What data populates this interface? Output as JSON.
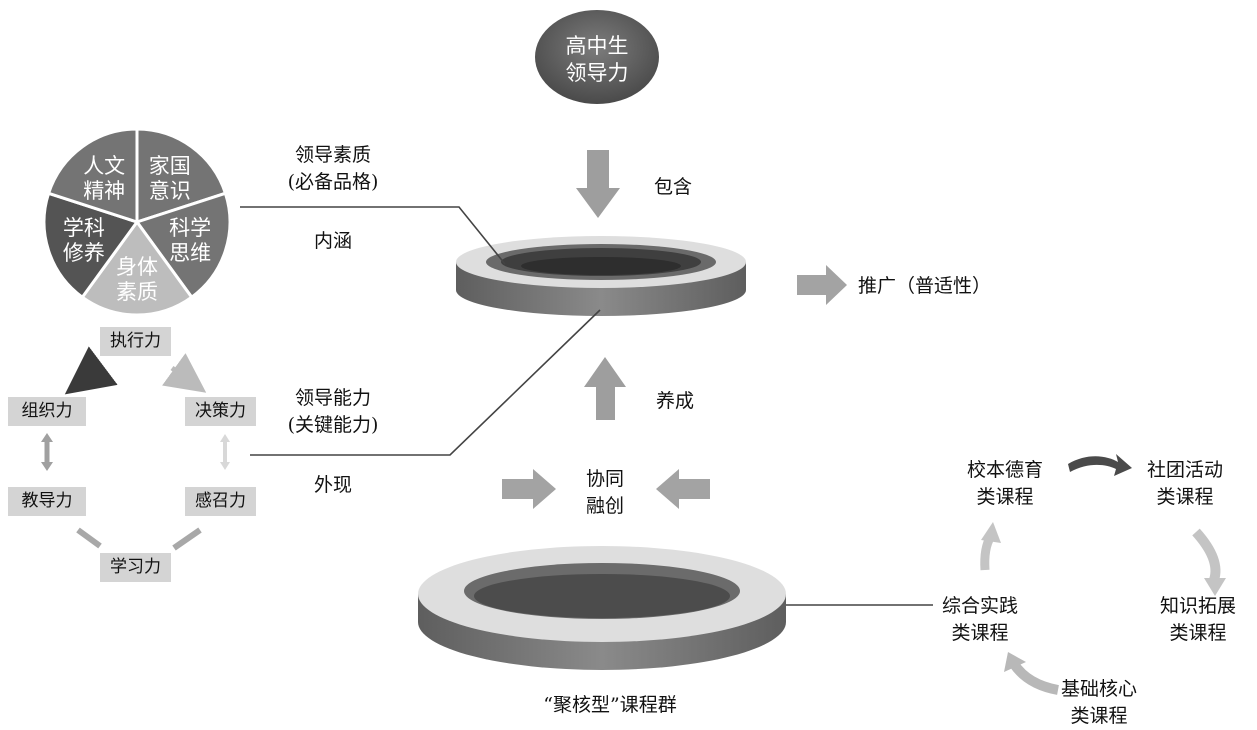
{
  "header": {
    "line1": "高中生",
    "line2": "领导力"
  },
  "connectors": {
    "include": "包含",
    "promote": "推广（普适性）",
    "cultivate": "养成",
    "synergy_line1": "协同",
    "synergy_line2": "融创"
  },
  "quality": {
    "title_line1": "领导素质",
    "title_line2": "(必备品格)",
    "sub": "内涵",
    "segments": [
      {
        "line1": "家国",
        "line2": "意识"
      },
      {
        "line1": "科学",
        "line2": "思维"
      },
      {
        "line1": "身体",
        "line2": "素质"
      },
      {
        "line1": "学科",
        "line2": "修养"
      },
      {
        "line1": "人文",
        "line2": "精神"
      }
    ]
  },
  "ability": {
    "title_line1": "领导能力",
    "title_line2": "(关键能力)",
    "sub": "外现",
    "items": [
      "执行力",
      "决策力",
      "感召力",
      "学习力",
      "教导力",
      "组织力"
    ]
  },
  "courses": {
    "group_label": "“聚核型”课程群",
    "items": [
      {
        "line1": "校本德育",
        "line2": "类课程"
      },
      {
        "line1": "社团活动",
        "line2": "类课程"
      },
      {
        "line1": "知识拓展",
        "line2": "类课程"
      },
      {
        "line1": "基础核心",
        "line2": "类课程"
      },
      {
        "line1": "综合实践",
        "line2": "类课程"
      }
    ]
  },
  "colors": {
    "pie_dark": "#545454",
    "pie_mid": "#747474",
    "pie_light": "#bdbdbd",
    "arrow": "#a3a3a3",
    "box": "#d4d4d4",
    "ring_side": "#6f6f6f",
    "ring_top": "#dedede"
  }
}
